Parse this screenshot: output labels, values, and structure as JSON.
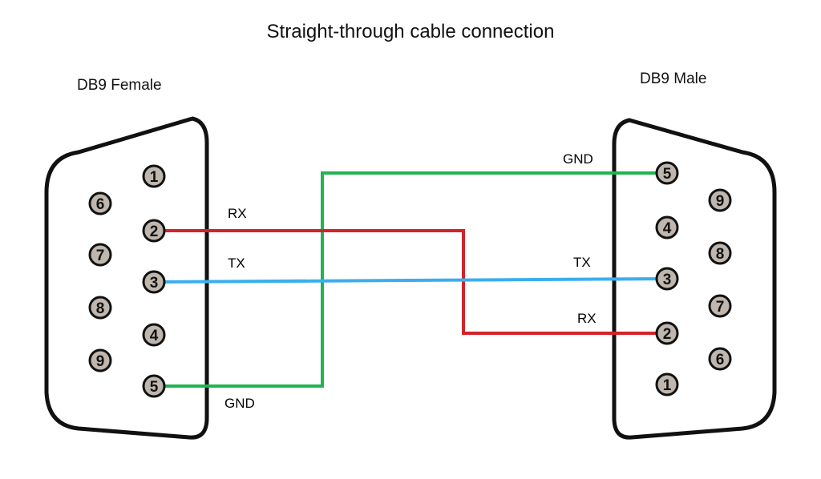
{
  "title": "Straight-through cable connection",
  "colors": {
    "gnd": "#22b352",
    "rx": "#d2232a",
    "tx": "#3aaeee",
    "pin_fill": "#bfb6ae",
    "outline": "#111111"
  },
  "female": {
    "label": "DB9 Female",
    "pins": [
      "1",
      "2",
      "3",
      "4",
      "5",
      "6",
      "7",
      "8",
      "9"
    ]
  },
  "male": {
    "label": "DB9 Male",
    "pins": [
      "5",
      "4",
      "3",
      "2",
      "1",
      "9",
      "8",
      "7",
      "6"
    ]
  },
  "wires": [
    {
      "name": "RX",
      "from_pin": "2",
      "to_pin": "2",
      "left_label": "RX",
      "right_label": "RX"
    },
    {
      "name": "TX",
      "from_pin": "3",
      "to_pin": "3",
      "left_label": "TX",
      "right_label": "TX"
    },
    {
      "name": "GND",
      "from_pin": "5",
      "to_pin": "5",
      "left_label": "GND",
      "right_label": "GND"
    }
  ]
}
